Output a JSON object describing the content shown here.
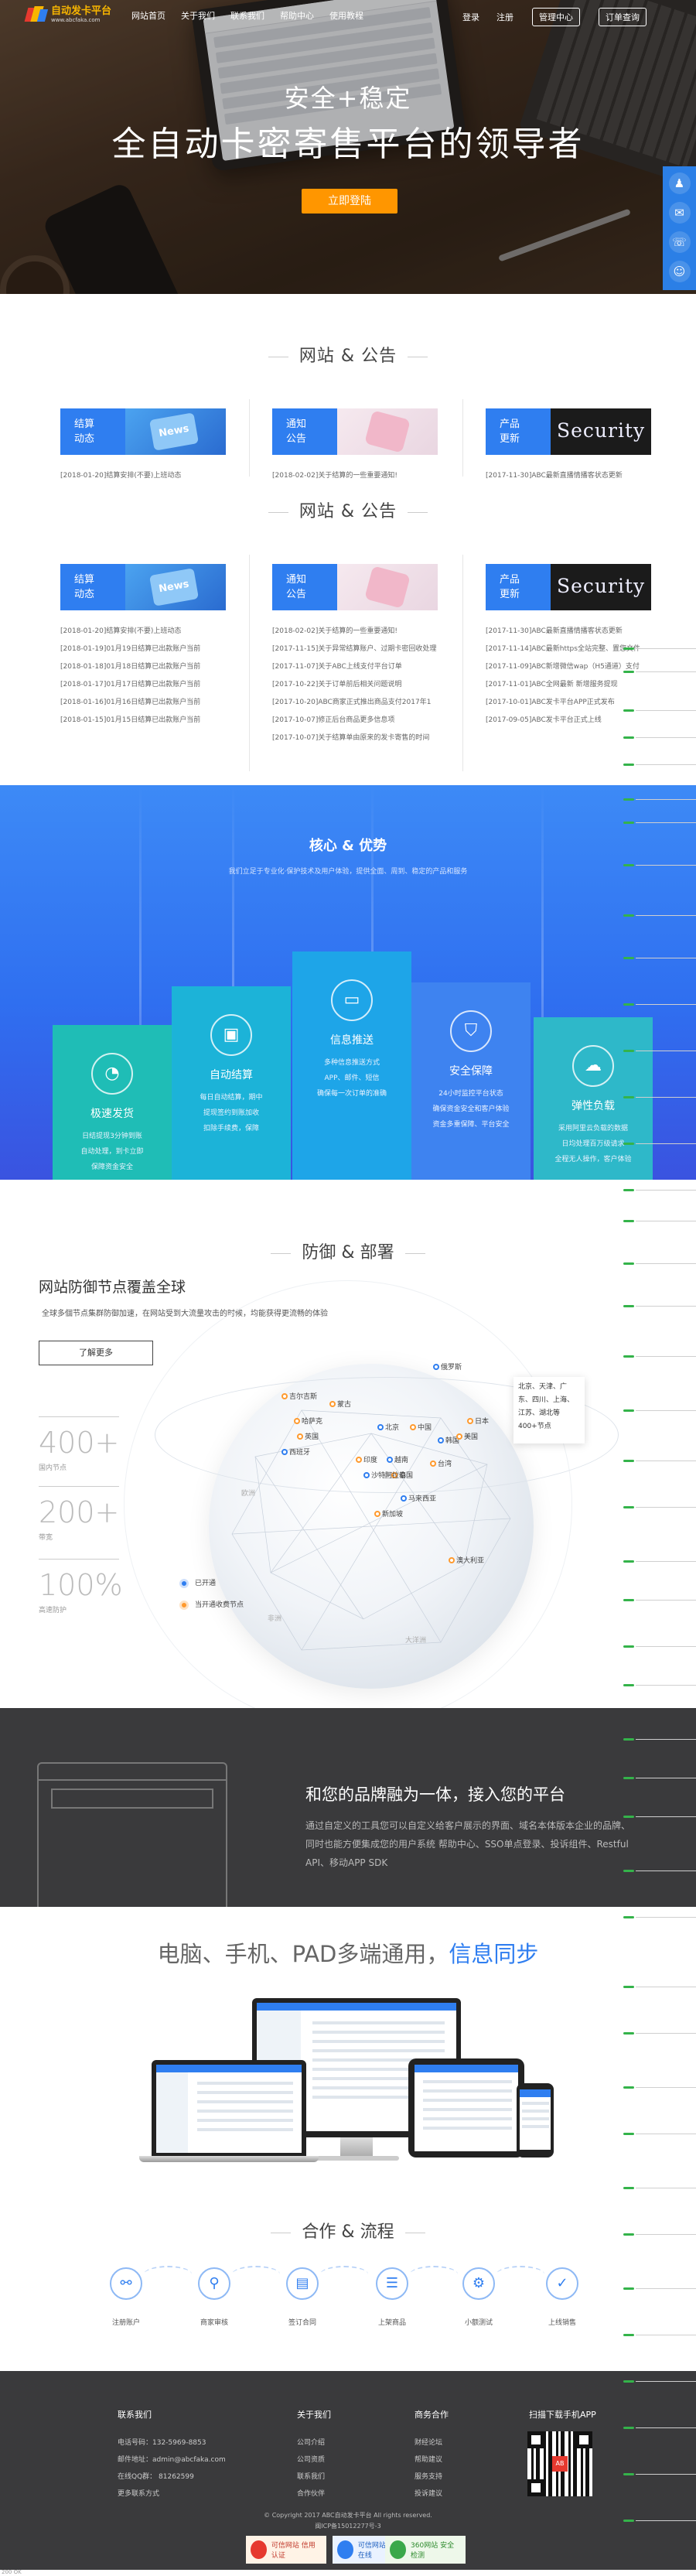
{
  "nav": {
    "logo_title": "自动发卡平台",
    "logo_url_text": "www.abcfaka.com",
    "links": [
      "网站首页",
      "关于我们",
      "联系我们",
      "帮助中心",
      "使用教程"
    ],
    "login": "登录",
    "register": "注册",
    "admin_btn": "管理中心",
    "order_btn": "订单查询"
  },
  "hero": {
    "title": "安全+稳定",
    "subtitle": "全自动卡密寄售平台的领导者",
    "cta": "立即登陆"
  },
  "side": {
    "icons": [
      "qq-icon",
      "chat-icon",
      "phone-icon",
      "wechat-icon"
    ]
  },
  "news1": {
    "title": "网站 & 公告",
    "cards": [
      {
        "label": "结算\n动态",
        "item": "[2018-01-20]结算安排(不要)上班动态"
      },
      {
        "label": "通知\n公告",
        "item": "[2018-02-02]关于结算的一些重要通知!"
      },
      {
        "label": "产品\n更新",
        "item": "[2017-11-30]ABC最新直播情播客状态更新"
      }
    ]
  },
  "news2": {
    "title": "网站 & 公告",
    "cols": [
      {
        "label": "结算\n动态",
        "items": [
          "[2018-01-20]结算安排(不要)上班动态",
          "[2018-01-19]01月19日结算已出款账户当前",
          "[2018-01-18]01月18日结算已出款账户当前",
          "[2018-01-17]01月17日结算已出款账户当前",
          "[2018-01-16]01月16日结算已出款账户当前",
          "[2018-01-15]01月15日结算已出款账户当前"
        ]
      },
      {
        "label": "通知\n公告",
        "items": [
          "[2018-02-02]关于结算的一些重要通知!",
          "[2017-11-15]关于异常结算账户、过期卡密回收处理",
          "[2017-11-07]关于ABC上线支付平台订单",
          "[2017-10-22]关于订单前后相关问题说明",
          "[2017-10-20]ABC商家正式推出商品支付2017年1",
          "[2017-10-07]修正后台商品更多信息项",
          "[2017-10-07]关于结算单由原来的发卡寄售的时间"
        ]
      },
      {
        "label": "产品\n更新",
        "items": [
          "[2017-11-30]ABC最新直播情播客状态更新",
          "[2017-11-14]ABC最新https全站完整、置您文件",
          "[2017-11-09]ABC新增微信wap（H5通道）支付",
          "[2017-11-01]ABC全网最新 新增服务提现",
          "[2017-10-01]ABC发卡平台APP正式发布",
          "[2017-09-05]ABC发卡平台正式上线"
        ]
      }
    ]
  },
  "core": {
    "title": "核心 & 优势",
    "subtitle": "我们立足于专业化·保护技术及用户体验，提供全面、周到、稳定的产品和服务",
    "items": [
      {
        "name": "极速发货",
        "icon": "pie-chart-icon",
        "desc": [
          "日结提现3分钟到账",
          "自动处理，到卡立即",
          "保障资金安全"
        ],
        "color": "#1fbdb6"
      },
      {
        "name": "自动结算",
        "icon": "card-icon",
        "desc": [
          "每日自动结算，期中",
          "提现签约到账加收",
          "扣除手续费，保障"
        ],
        "color": "#1cb3d8"
      },
      {
        "name": "信息推送",
        "icon": "monitor-icon",
        "desc": [
          "多种信息推送方式",
          "APP、邮件、短信",
          "确保每一次订单的准确"
        ],
        "color": "#1ea5e8"
      },
      {
        "name": "安全保障",
        "icon": "shield-icon",
        "desc": [
          "24小时监控平台状态",
          "确保资金安全和客户体验",
          "资金多重保障、平台安全"
        ],
        "color": "#3e83f0"
      },
      {
        "name": "弹性负载",
        "icon": "cloud-icon",
        "desc": [
          "采用阿里云负载的数据",
          "日均处理百万级请求",
          "全程无人操作，客户体验"
        ],
        "color": "#2eb8c9"
      }
    ]
  },
  "defense": {
    "title": "防御 & 部署",
    "heading": "网站防御节点覆盖全球",
    "desc": "全球多個节点集群防御加速，在网站受到大流量攻击的时候，均能获得更流畅的体验",
    "more": "了解更多",
    "stats": [
      {
        "value": "400+",
        "label": "国内节点"
      },
      {
        "value": "200+",
        "label": "带宽"
      },
      {
        "value": "100%",
        "label": "高速防护"
      }
    ],
    "box": "北京、天津、广东、四川、上海、江苏、湖北等400+节点",
    "points": [
      "俄罗斯",
      "蒙古",
      "吉尔吉斯",
      "北京",
      "日本",
      "哈萨克",
      "韩国",
      "印度",
      "中国",
      "越南",
      "泰国",
      "台湾",
      "马来西亚",
      "新加坡",
      "澳大利亚",
      "西班牙",
      "美国",
      "英国",
      "沙特阿拉伯"
    ],
    "legend": [
      "已开通",
      "当开通收费节点"
    ],
    "gray_tags": [
      "欧洲",
      "亚洲",
      "非洲",
      "大洋洲"
    ]
  },
  "brand": {
    "title": "和您的品牌融为一体，接入您的平台",
    "desc": "通过自定义的工具您可以自定义给客户展示的界面、域名本体版本企业的品牌、同时也能方便集成您的用户系统 帮助中心、SSO单点登录、投诉组件、Restful API、移动APP SDK"
  },
  "devices": {
    "title_a": "电脑、手机、PAD多端通用，",
    "title_b": "信息同步"
  },
  "process": {
    "title": "合作 & 流程",
    "steps": [
      {
        "label": "注册账户",
        "icon": "link-icon"
      },
      {
        "label": "商家审核",
        "icon": "search-icon"
      },
      {
        "label": "签订合同",
        "icon": "document-icon"
      },
      {
        "label": "上架商品",
        "icon": "list-icon"
      },
      {
        "label": "小额测试",
        "icon": "settings-icon"
      },
      {
        "label": "上线销售",
        "icon": "check-icon"
      }
    ]
  },
  "footer": {
    "contact_title": "联系我们",
    "contact": [
      "电话号码：132-5969-8853",
      "邮件地址：admin@abcfaka.com",
      "在线QQ群： 81262599",
      "更多联系方式"
    ],
    "about_title": "关于我们",
    "about": [
      "公司介绍",
      "公司资质",
      "联系我们",
      "合作伙伴"
    ],
    "biz_title": "商务合作",
    "biz": [
      "财经论坛",
      "帮助建议",
      "服务支持",
      "投诉建议"
    ],
    "app_title": "扫描下载手机APP",
    "copyright": "© Copyright 2017 ABC自动发卡平台 All rights reserved.",
    "icp": "闽ICP备15012277号-3",
    "badges": [
      "可信网站 信用认证",
      "可信网站 信用在线",
      "360网站 安全检测"
    ]
  },
  "strip": "200 OK"
}
